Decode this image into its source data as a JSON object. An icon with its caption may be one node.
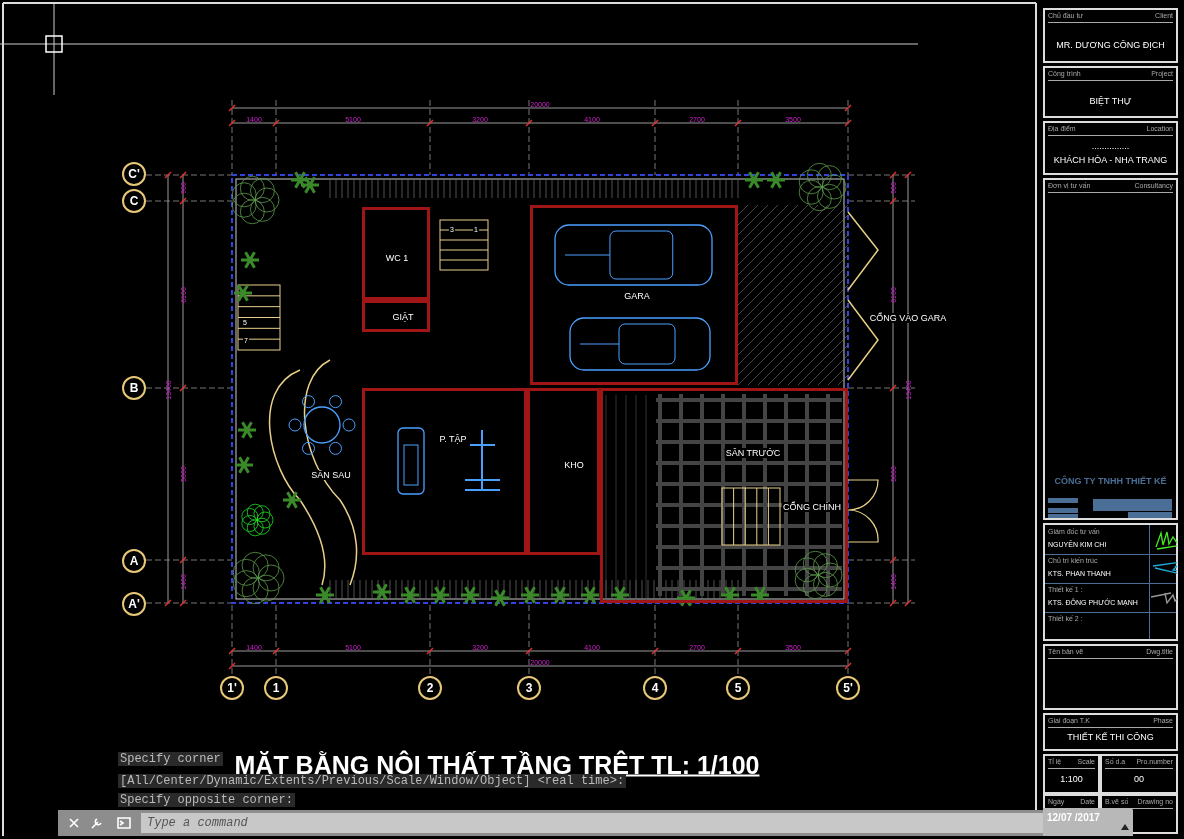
{
  "diagram": {
    "title": "MẶT BẰNG NỘI THẤT TẦNG TRỆT TL: 1/100",
    "nodes": [
      {
        "text": [
          "WC 1"
        ]
      },
      {
        "text": [
          "GIẶT"
        ]
      },
      {
        "text": [
          "GARA"
        ]
      },
      {
        "text": [
          "P. TẬP"
        ]
      },
      {
        "text": [
          "KHO"
        ]
      },
      {
        "text": [
          "SÂN TRƯỚC"
        ]
      },
      {
        "text": [
          "Chủ đầu tư",
          "Client",
          "MR. DƯƠNG CÔNG ĐỊCH"
        ]
      },
      {
        "text": [
          "Công trình",
          "Project",
          "BIỆT THỰ"
        ]
      },
      {
        "text": [
          "Địa điểm",
          "Location",
          "...............",
          "KHÁCH HÒA - NHA TRANG"
        ]
      },
      {
        "text": [
          "Đơn vị tư vấn",
          "Consultancy",
          "CÔNG TY TNHH THIẾT KẾ"
        ]
      },
      {
        "text": [
          "Giám đốc tư vấn",
          "NGUYỄN KIM CHI",
          "Chủ trì kiến trúc",
          "KTS. PHAN THANH",
          "Thiết kế 1 :",
          "KTS. ĐÔNG PHƯỚC MẠNH",
          "Thiết kế 2 :"
        ]
      },
      {
        "text": [
          "Tên bản vẽ",
          "Dwg.title"
        ]
      },
      {
        "text": [
          "Giai đoạn T.K",
          "Phase",
          "THIẾT KẾ THI CÔNG"
        ]
      },
      {
        "text": [
          "Tỉ lệ",
          "Scale",
          "1:100"
        ]
      },
      {
        "text": [
          "Số d.a",
          "Pro.number",
          "00"
        ]
      },
      {
        "text": [
          "Ngày",
          "Date"
        ]
      },
      {
        "text": [
          "B.vẽ số",
          "Drawing no"
        ]
      }
    ],
    "labels": [
      "20000",
      "1400",
      "5100",
      "3200",
      "4100",
      "2700",
      "3500",
      "C'",
      "C",
      "900",
      "6100",
      "5000",
      "1400",
      "13400",
      "900",
      "6100",
      "5000",
      "1400",
      "13400",
      "B",
      "3",
      "1",
      "5",
      "7",
      "CỔNG VÀO GARA",
      "SÂN SAU",
      "CỔNG CHÍNH",
      "A",
      "A'",
      "1400",
      "5100",
      "3200",
      "4100",
      "2700",
      "3500",
      "20000",
      "1'",
      "1",
      "2",
      "3",
      "4",
      "5",
      "5'",
      "Specify corner",
      "[All/Center/Dynamic/Extents/Previous/Scale/Window/Object] <real time>:",
      "Specify opposite corner:",
      "Type a command",
      "12/07 /2017"
    ]
  }
}
